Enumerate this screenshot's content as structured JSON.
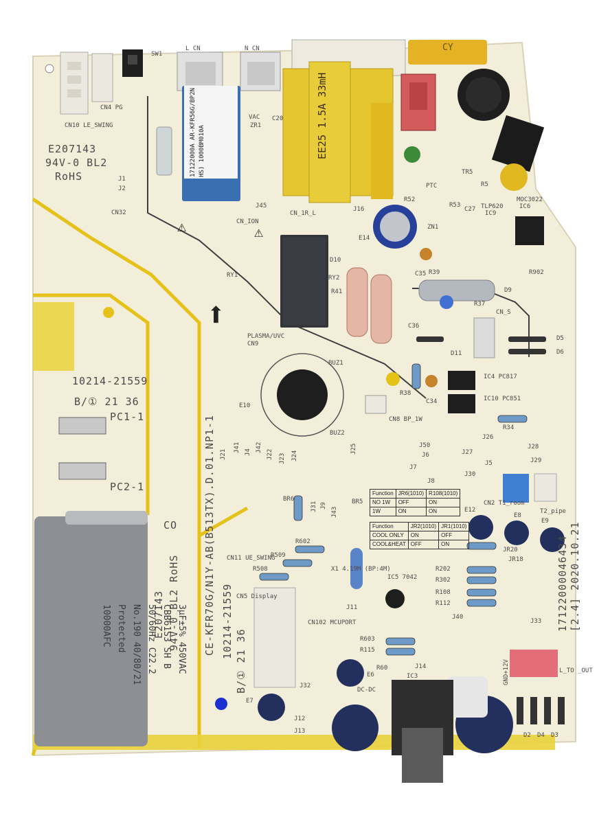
{
  "photo": {
    "subject": "PCB"
  },
  "colors": {
    "board": "#f3eed9",
    "trace": "#e4c21a",
    "capacitor": "#8c8f93",
    "transformer": "#e5c530",
    "relay": "#3a3d43",
    "blue_relay": "#3a6fb3"
  },
  "silkscreen": {
    "ul_top": "E207143",
    "grade_top": "94V-0 BL2",
    "rohs_top": "RoHS",
    "date_code": "10214-21559",
    "week_code": "B/① 21 36",
    "pc1": "PC1-1",
    "pc2": "PC2-1",
    "co": "CO",
    "ul_left": "E207143",
    "grade_left": "94V-0 BL2 RoHS",
    "model": "CE-KFR70G/N1Y-AB(B513TX).D.01.NP1-1",
    "date_code_2": "10214-21559",
    "week_code_2": "B/① 21 36",
    "serial": "17122000046434",
    "version": "[2.4] 2020.10.21",
    "cn10": "CN10 LE_SWING",
    "cn4": "CN4 PG",
    "sw1": "SW1",
    "cn1_top": "L CN",
    "cn1_n": "N CN",
    "cn32": "CN32",
    "j1": "J1",
    "j2": "J2",
    "j45": "J45",
    "cn_ion": "CN_ION",
    "ry1": "RY1",
    "ry2": "RY2",
    "plasma": "PLASMA/UVC",
    "cn9": "CN9",
    "buz1": "BUZ1",
    "buz2": "BUZ2",
    "e10": "E10",
    "cn8": "CN8 BP_1W",
    "e14": "E14",
    "d10": "D10",
    "r41": "R41",
    "ptc": "PTC",
    "r52": "R52",
    "r53": "R53",
    "c27": "C27",
    "zn1": "ZN1",
    "r39": "R39",
    "c35": "C35",
    "d9": "D9",
    "r37": "R37",
    "cn_s": "CN_S",
    "c36": "C36",
    "d11": "D11",
    "d5": "D5",
    "d6": "D6",
    "ic4": "IC4 PC817",
    "ic10": "IC10 PC851",
    "r38": "R38",
    "c34": "C34",
    "r34": "R34",
    "tlp": "TLP620",
    "ic9": "IC9",
    "moc": "MOC3022",
    "ic6": "IC6",
    "r902": "R902",
    "j26": "J26",
    "j50": "J50",
    "j6": "J6",
    "j7": "J7",
    "j8": "J8",
    "j27": "J27",
    "j5": "J5",
    "j30": "J30",
    "j28": "J28",
    "j29": "J29",
    "j21": "J21",
    "j41": "J41",
    "j4": "J4",
    "j42": "J42",
    "j22": "J22",
    "j23": "J23",
    "j24": "J24",
    "j25": "J25",
    "br6": "BR6",
    "br5": "BR5",
    "j31": "J31",
    "j9": "J9",
    "j43": "J43",
    "cn11": "CN11 UE_SWING",
    "r602": "R602",
    "r509": "R509",
    "r508": "R508",
    "x1": "X1 4.19M (BP:4M)",
    "cn5": "CN5 Display",
    "cn102": "CN102 MCUPORT",
    "ic5": "IC5 7042",
    "j11": "J11",
    "j40": "J40",
    "j33": "J33",
    "r603": "R603",
    "r115": "R115",
    "r60": "R60",
    "j14": "J14",
    "e6": "E6",
    "dcdc": "DC-DC",
    "ic3": "IC3",
    "e7": "E7",
    "j12": "J12",
    "j13": "J13",
    "j32": "J32",
    "e12": "E12",
    "e8": "E8",
    "e9": "E9",
    "cn2": "CN2 T1_room",
    "cn3": "T2_pipe",
    "jr20": "JR20",
    "jr18": "JR18",
    "r202": "R202",
    "r302": "R302",
    "r108": "R108",
    "r112": "R112",
    "d2": "D2",
    "d4": "D4",
    "d3": "D3",
    "gnd12": "GND+12V",
    "out": "L_TO _OUT",
    "transformer": "EE25 1.5A 33mH",
    "blue_relay_code": "17122000A AR-KFR56G/BP2N HS) 1000BM010A",
    "cap_text": "3μF±5% 450VAC CBB61S3 SH B 50/60Hz C22.2 No.190 40/80/21 Protected 10000AFC",
    "cy": "CY",
    "vac": "VAC",
    "zr1": "ZR1",
    "c20": "C20",
    "cn_1r": "CN_1R_L",
    "j16": "J16",
    "tr5": "TR5",
    "r5": "R5"
  },
  "table1": {
    "header": [
      "Function",
      "JR6(1010)",
      "R108(1010)"
    ],
    "rows": [
      [
        "NO 1W",
        "OFF",
        "ON"
      ],
      [
        "1W",
        "ON",
        "ON"
      ]
    ]
  },
  "table2": {
    "header": [
      "Function",
      "JR2(1010)",
      "JR1(1010)"
    ],
    "rows": [
      [
        "COOL ONLY",
        "ON",
        "OFF"
      ],
      [
        "COOL&HEAT",
        "OFF",
        "ON"
      ]
    ]
  }
}
